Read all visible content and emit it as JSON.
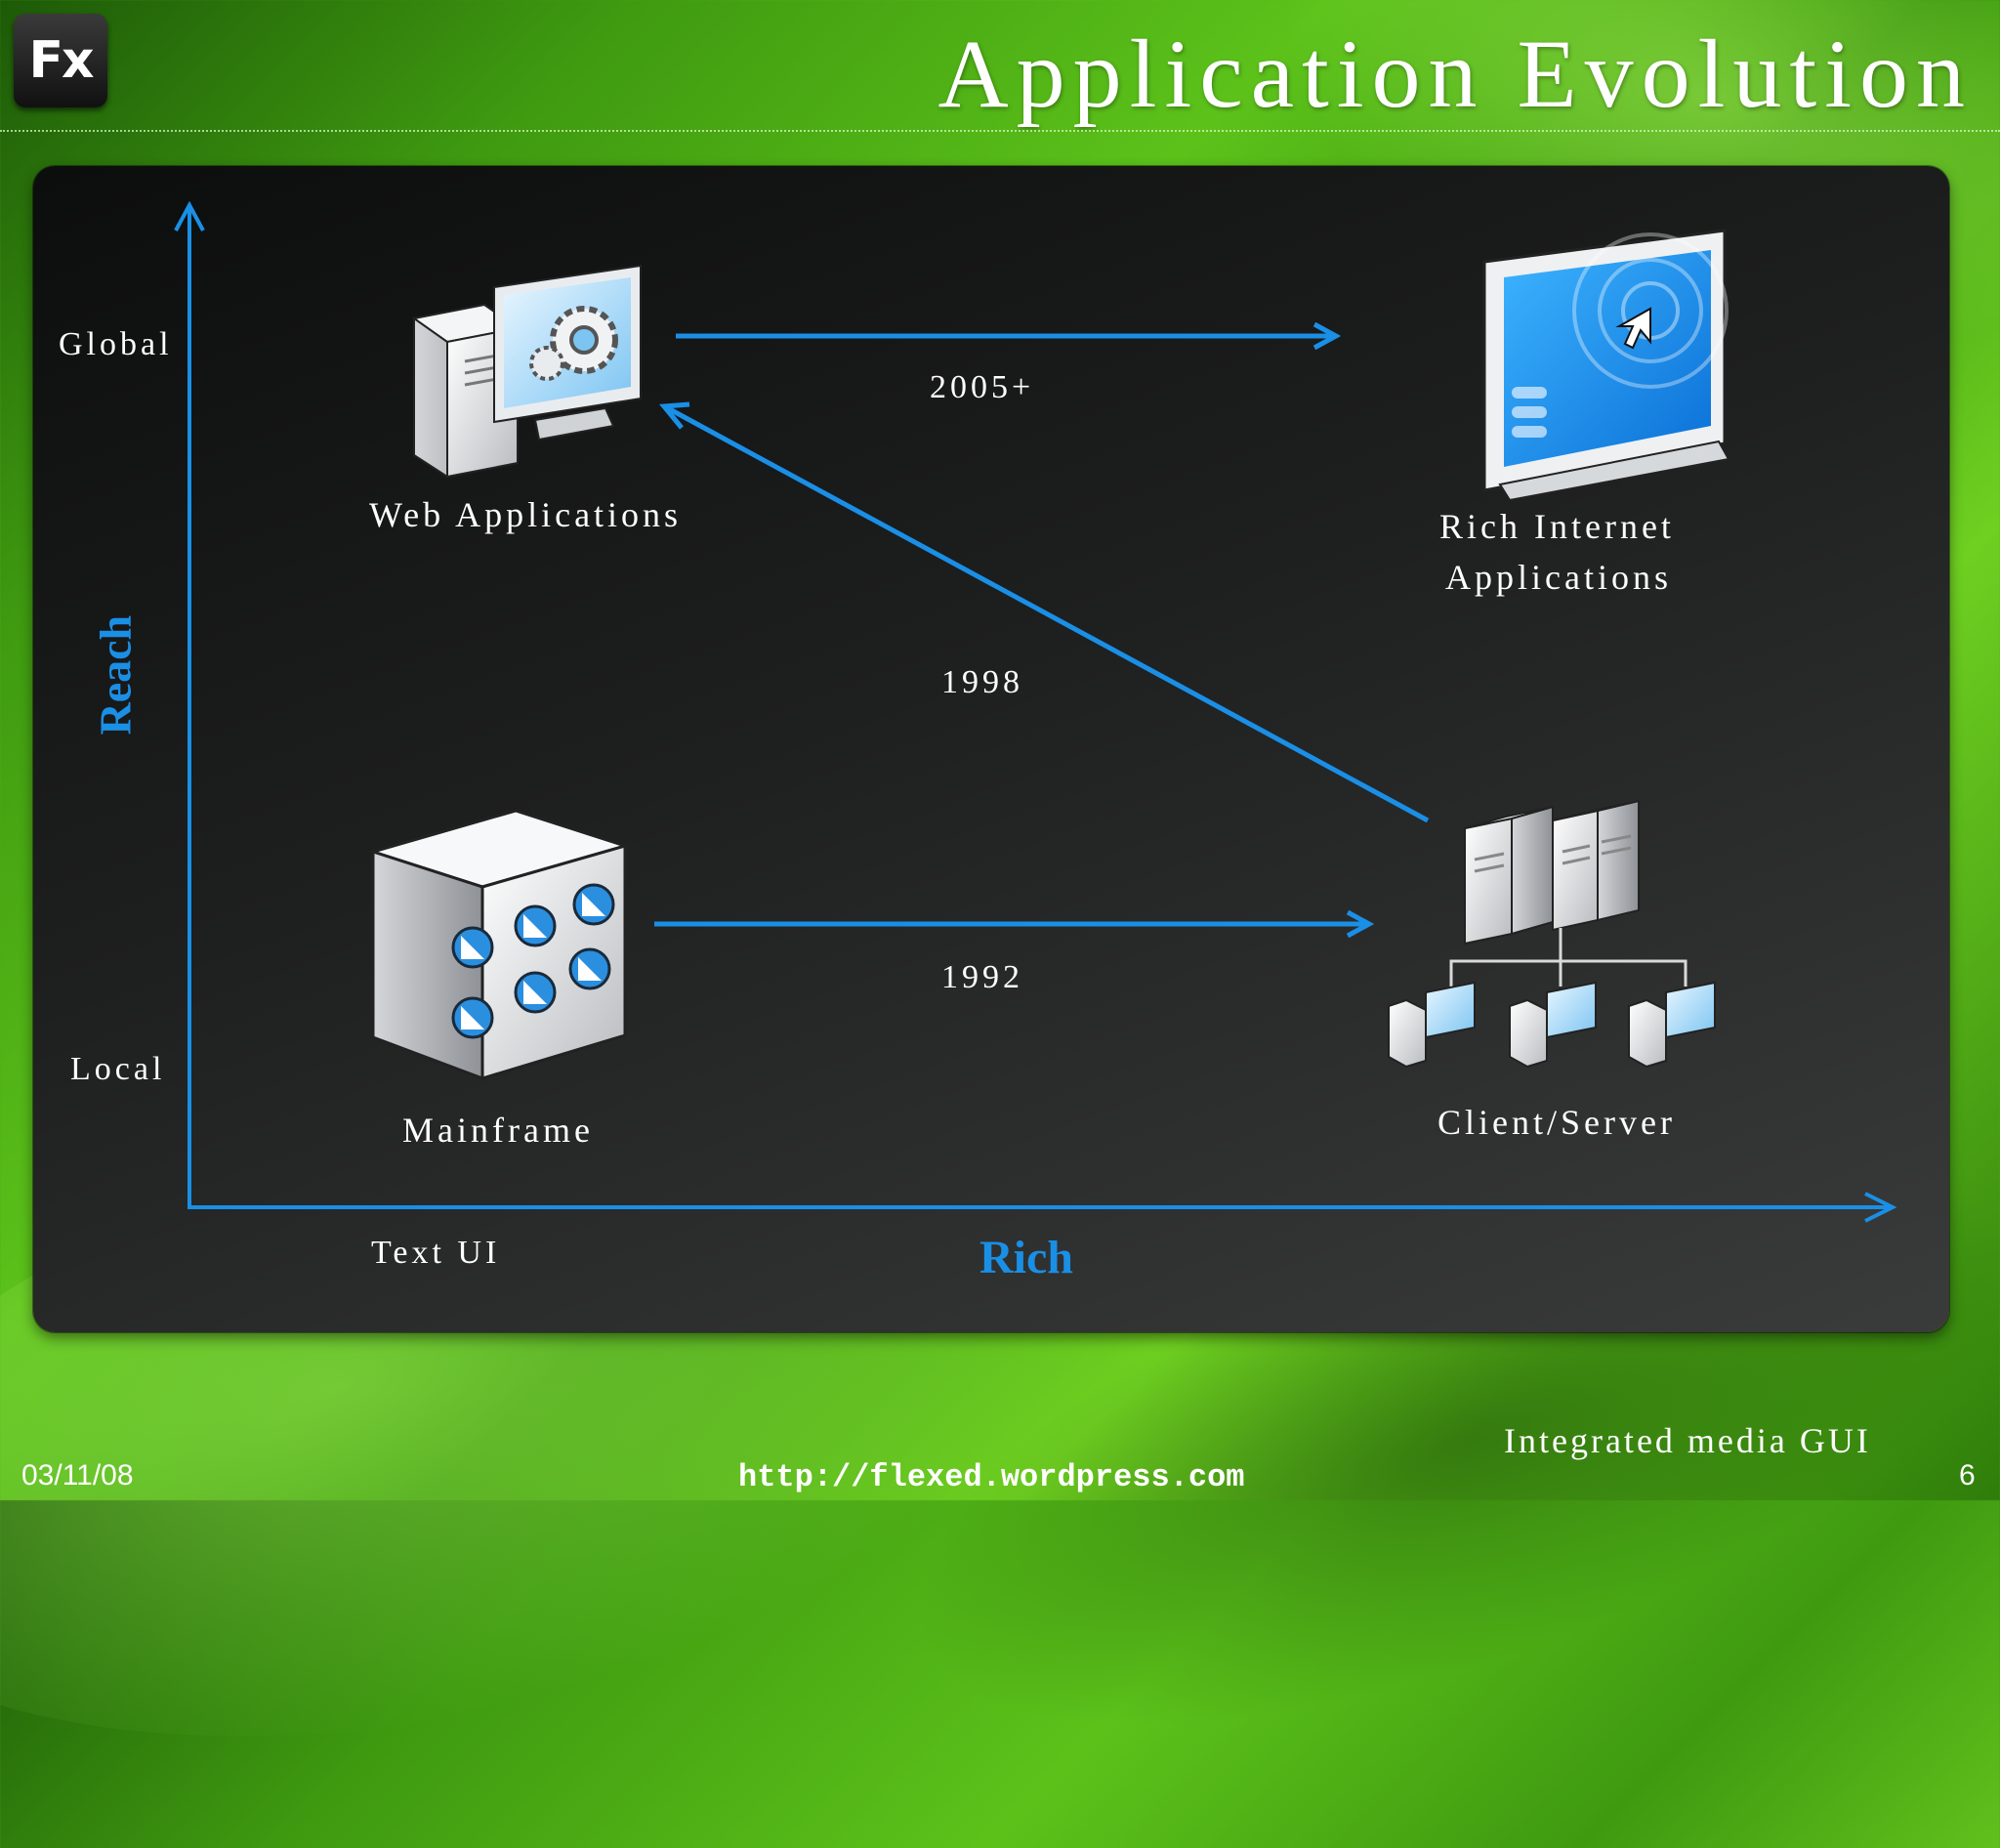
{
  "slide": {
    "title": "Application Evolution",
    "logo_text": "Fx"
  },
  "diagram": {
    "y_axis": {
      "label": "Reach",
      "top_tick": "Global",
      "bottom_tick": "Local"
    },
    "x_axis": {
      "label": "Rich",
      "left_tick": "Text UI"
    },
    "nodes": {
      "web_apps": "Web Applications",
      "ria_line1": "Rich Internet",
      "ria_line2": "Applications",
      "mainframe": "Mainframe",
      "client_server": "Client/Server"
    },
    "transitions": {
      "mainframe_to_client_server": "1992",
      "client_server_to_web": "1998",
      "web_to_ria": "2005+"
    },
    "accent_color": "#1a8fe6"
  },
  "footer": {
    "date": "03/11/08",
    "url": "http://flexed.wordpress.com",
    "note": "Integrated media GUI",
    "page_number": "6"
  }
}
